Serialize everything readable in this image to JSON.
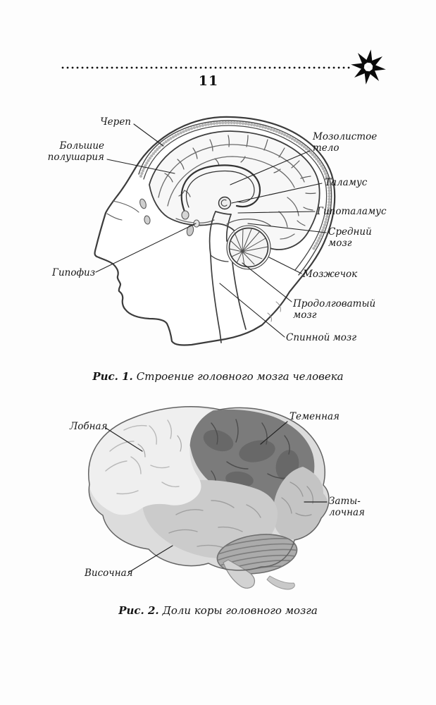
{
  "header": {
    "page_number": "11",
    "ornament": "asterisk-star"
  },
  "colors": {
    "ink": "#171717",
    "leader_line": "#222222"
  },
  "figure1": {
    "caption": {
      "label": "Рис. 1.",
      "text": "Строение головного мозга человека"
    },
    "labels": {
      "skull": "Череп",
      "hemispheres": "Большие\nполушария",
      "pituitary": "Гипофиз",
      "corpus_callosum": "Мозолистое\nтело",
      "thalamus": "Таламус",
      "hypothalamus": "Гипоталамус",
      "midbrain": "Средний\nмозг",
      "cerebellum": "Мозжечок",
      "medulla": "Продолговатый\nмозг",
      "spinal_cord": "Спинной мозг"
    }
  },
  "figure2": {
    "caption": {
      "label": "Рис. 2.",
      "text": "Доли коры головного мозга"
    },
    "labels": {
      "frontal": "Лобная",
      "parietal": "Теменная",
      "occipital": "Заты-\nлочная",
      "temporal": "Височная"
    }
  }
}
